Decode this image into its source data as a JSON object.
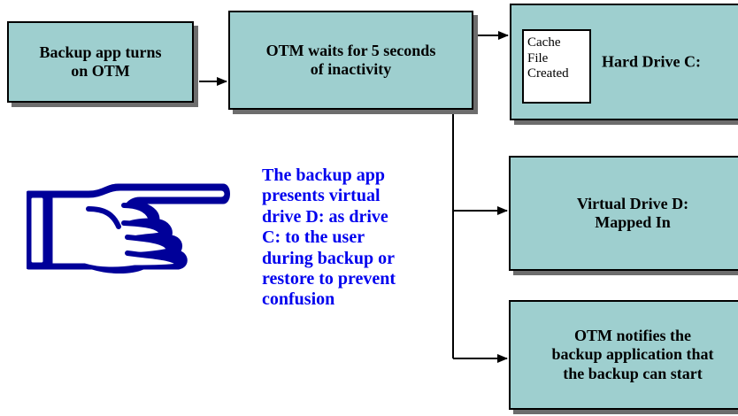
{
  "nodes": {
    "start": {
      "label": "Backup app turns\non OTM"
    },
    "wait": {
      "label": "OTM waits for 5 seconds\nof inactivity"
    },
    "drive_c": {
      "note": "Cache\nFile\nCreated",
      "label": "Hard Drive C:"
    },
    "drive_d": {
      "label": "Virtual Drive D:\nMapped In"
    },
    "notify": {
      "label": "OTM notifies the\nbackup application that\nthe backup can start"
    }
  },
  "callout": {
    "text": "The backup app\npresents virtual\ndrive D: as drive\nC: to the user\nduring backup or\nrestore to prevent\nconfusion",
    "icon": "pointing-hand-icon"
  },
  "colors": {
    "box_fill": "#9ecfcf",
    "box_border": "#000000",
    "shadow": "#6d6d6d",
    "callout_text": "#0000ee",
    "hand": "#000099"
  }
}
